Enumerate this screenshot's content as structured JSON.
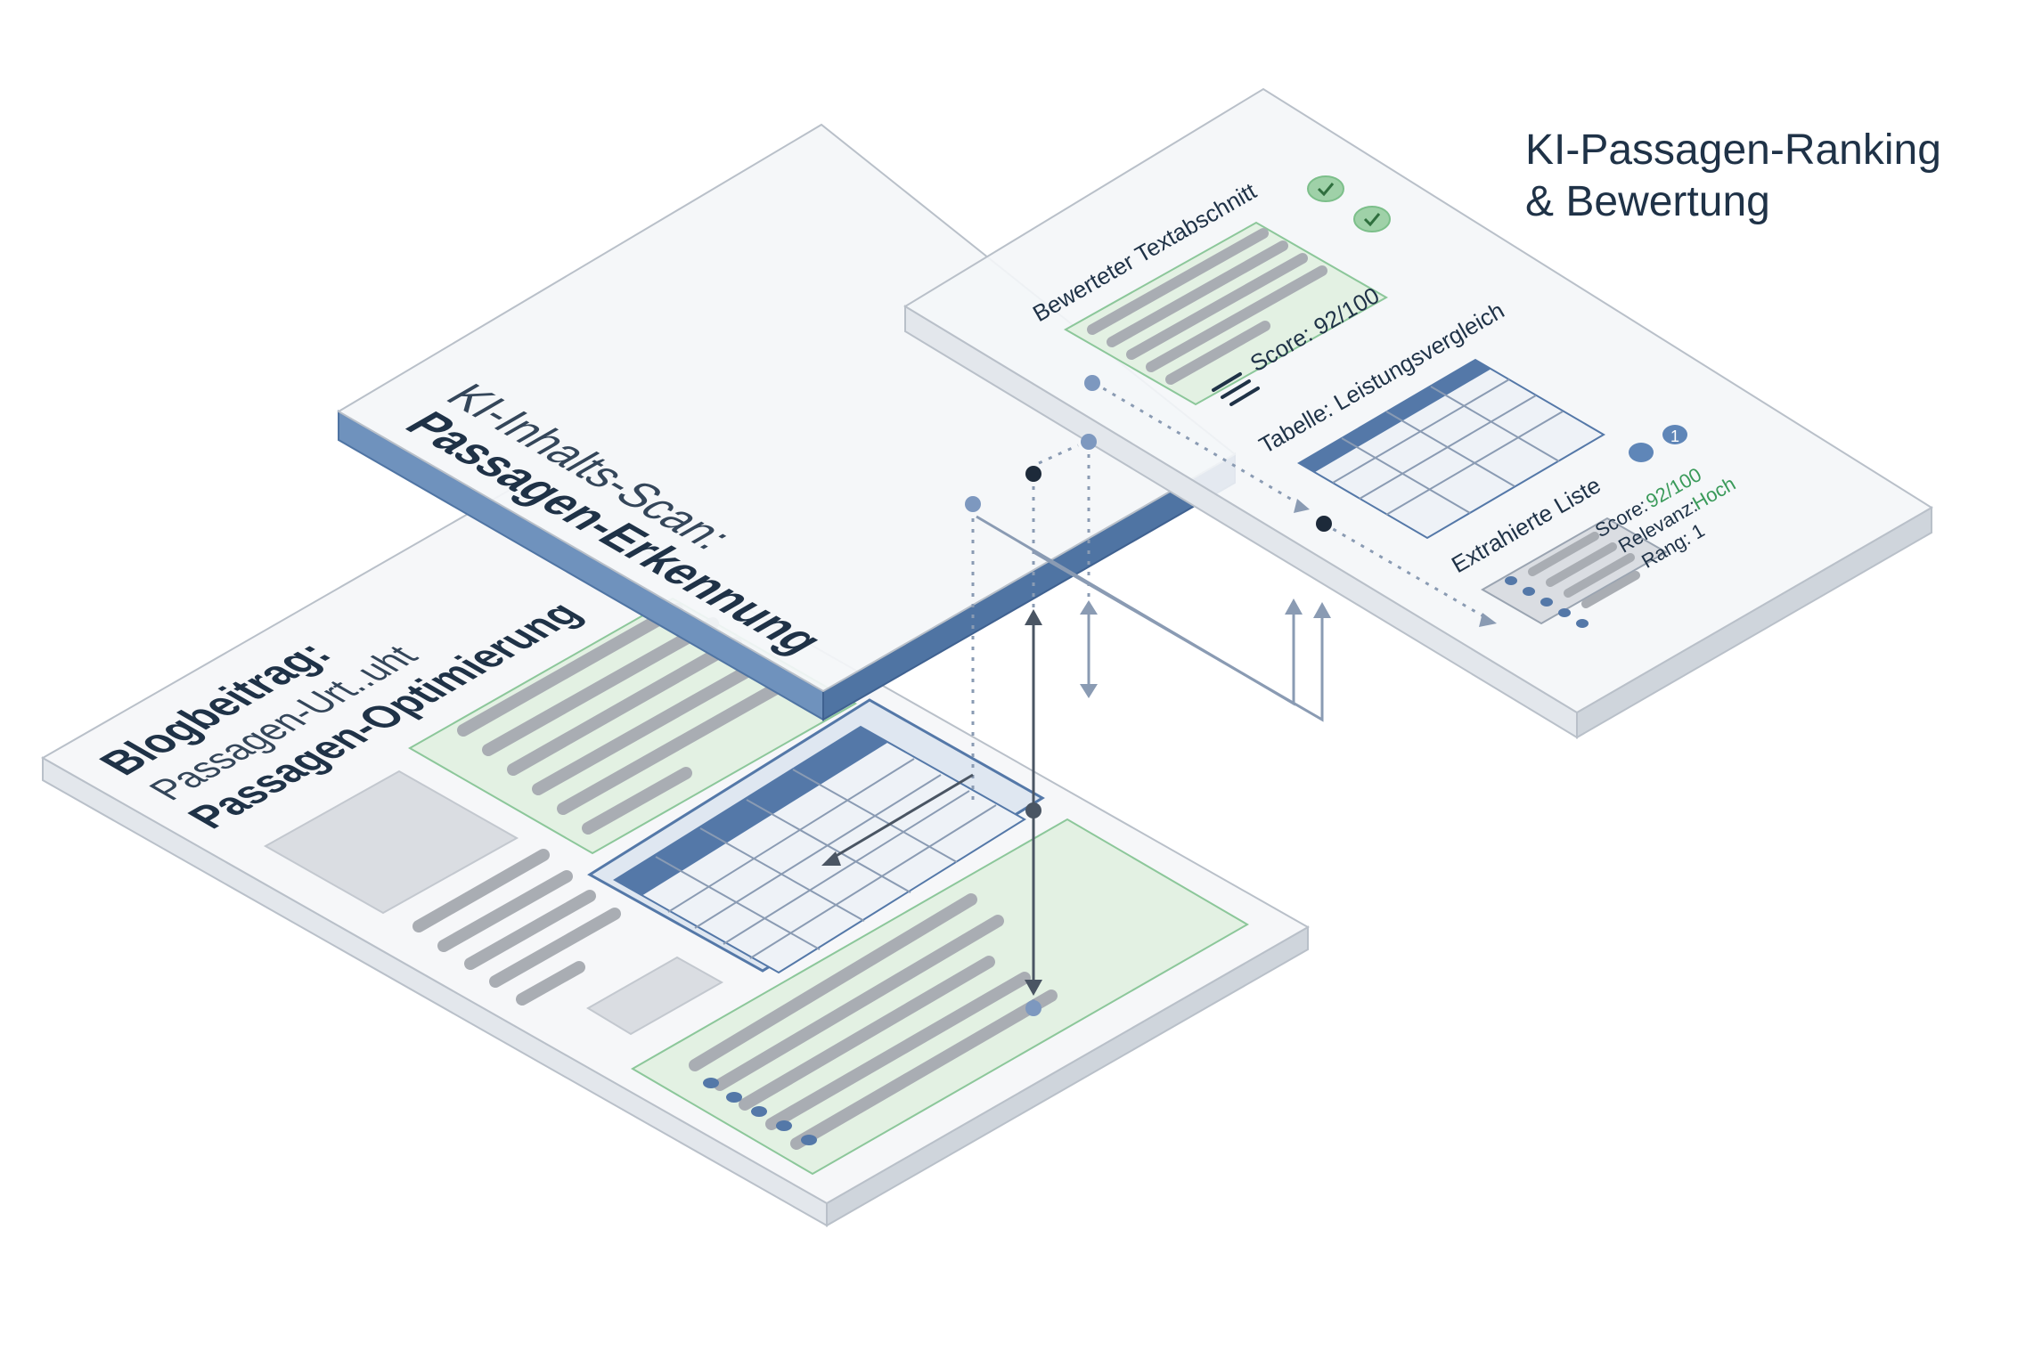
{
  "header": {
    "title_line1": "KI-Passagen-Ranking",
    "title_line2": "& Bewertung"
  },
  "blog_panel": {
    "title": "Blogbeitrag:",
    "subtitle": "Passagen-Urt..uht",
    "heading": "Passagen-Optimierung"
  },
  "scan_panel": {
    "title": "KI-Inhalts-Scan:",
    "heading": "Passagen-Erkennung"
  },
  "ranking_panel": {
    "section1_label": "Bewerteter Textabschnitt",
    "section1_score": "Score: 92/100",
    "section2_label": "Tabelle: Leistungsvergleich",
    "section3_label": "Extrahierte Liste",
    "section3_score_label": "Score:",
    "section3_score_value": "92/100",
    "section3_relevance_label": "Relevanz:",
    "section3_relevance_value": "Hoch",
    "section3_rank": "Rang: 1",
    "badge_number": "1",
    "check_icon": "check-icon",
    "list_icon": "list-icon"
  },
  "colors": {
    "panel_fill": "#f7f8fa",
    "panel_edge": "#b9c0c9",
    "panel_side": "#dde2e8",
    "blue_edge": "#4f74a3",
    "blue_side": "#6f92bd",
    "green_fill": "#e3f1e3",
    "green_stroke": "#8cc79a",
    "bar_gray": "#a9adb3",
    "box_gray": "#dadde2",
    "table_header": "#5478a8",
    "dark_text": "#1f3247",
    "green_text": "#3a9a5a",
    "dot_blue": "#7d98bf",
    "dot_dark": "#1d2a3a"
  }
}
